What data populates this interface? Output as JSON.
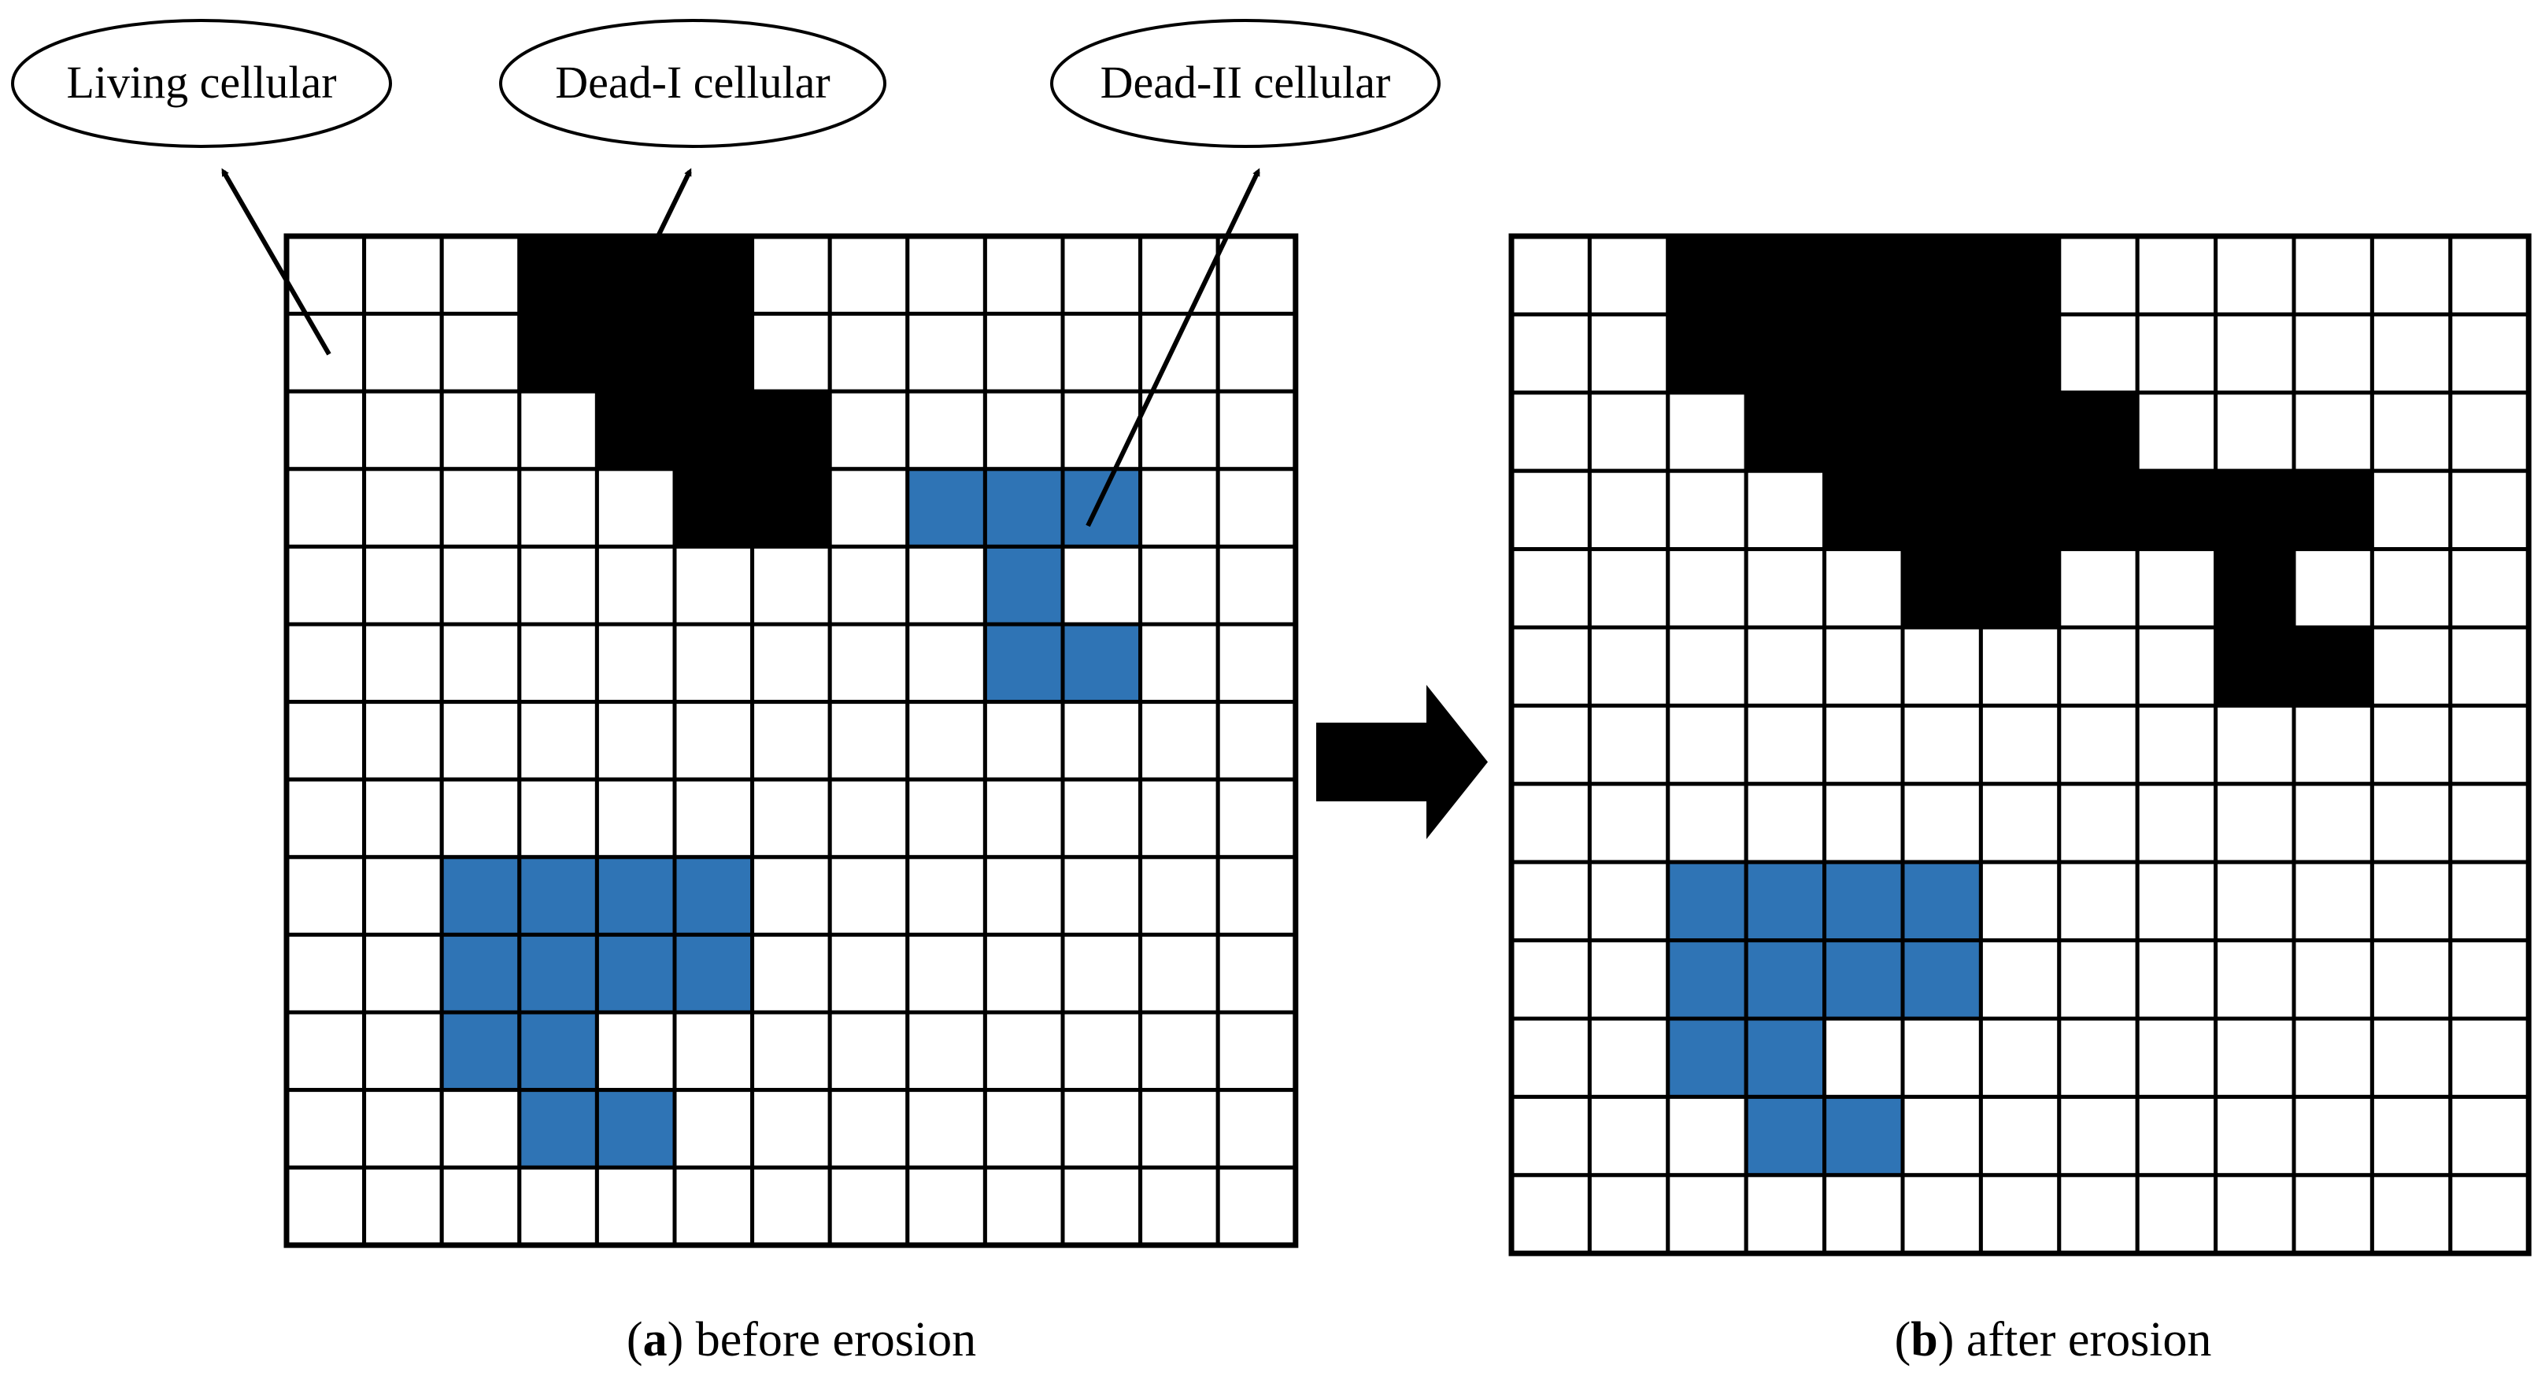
{
  "legend": {
    "living": "Living cellular",
    "dead1": "Dead-I cellular",
    "dead2": "Dead-II cellular"
  },
  "colors": {
    "living": "#ffffff",
    "dead1": "#000000",
    "dead2": "#2f74b5",
    "grid_line": "#000000"
  },
  "grid_size": 13,
  "panels": [
    {
      "id": "a",
      "caption_letter": "a",
      "caption_text": " before erosion",
      "dead1_cells": [
        [
          0,
          3
        ],
        [
          0,
          4
        ],
        [
          0,
          5
        ],
        [
          1,
          3
        ],
        [
          1,
          4
        ],
        [
          1,
          5
        ],
        [
          2,
          4
        ],
        [
          2,
          5
        ],
        [
          2,
          6
        ],
        [
          3,
          5
        ],
        [
          3,
          6
        ]
      ],
      "dead2_cells": [
        [
          3,
          8
        ],
        [
          3,
          9
        ],
        [
          3,
          10
        ],
        [
          4,
          9
        ],
        [
          5,
          9
        ],
        [
          5,
          10
        ],
        [
          8,
          2
        ],
        [
          8,
          3
        ],
        [
          8,
          4
        ],
        [
          8,
          5
        ],
        [
          9,
          2
        ],
        [
          9,
          3
        ],
        [
          9,
          4
        ],
        [
          9,
          5
        ],
        [
          10,
          2
        ],
        [
          10,
          3
        ],
        [
          11,
          3
        ],
        [
          11,
          4
        ]
      ]
    },
    {
      "id": "b",
      "caption_letter": "b",
      "caption_text": " after erosion",
      "dead1_cells": [
        [
          0,
          2
        ],
        [
          0,
          3
        ],
        [
          0,
          4
        ],
        [
          0,
          5
        ],
        [
          0,
          6
        ],
        [
          1,
          2
        ],
        [
          1,
          3
        ],
        [
          1,
          4
        ],
        [
          1,
          5
        ],
        [
          1,
          6
        ],
        [
          2,
          3
        ],
        [
          2,
          4
        ],
        [
          2,
          5
        ],
        [
          2,
          6
        ],
        [
          2,
          7
        ],
        [
          3,
          4
        ],
        [
          3,
          5
        ],
        [
          3,
          6
        ],
        [
          3,
          7
        ],
        [
          3,
          8
        ],
        [
          3,
          9
        ],
        [
          3,
          10
        ],
        [
          4,
          5
        ],
        [
          4,
          6
        ],
        [
          4,
          9
        ],
        [
          5,
          9
        ],
        [
          5,
          10
        ]
      ],
      "dead2_cells": [
        [
          8,
          2
        ],
        [
          8,
          3
        ],
        [
          8,
          4
        ],
        [
          8,
          5
        ],
        [
          9,
          2
        ],
        [
          9,
          3
        ],
        [
          9,
          4
        ],
        [
          9,
          5
        ],
        [
          10,
          2
        ],
        [
          10,
          3
        ],
        [
          11,
          3
        ],
        [
          11,
          4
        ]
      ]
    }
  ]
}
